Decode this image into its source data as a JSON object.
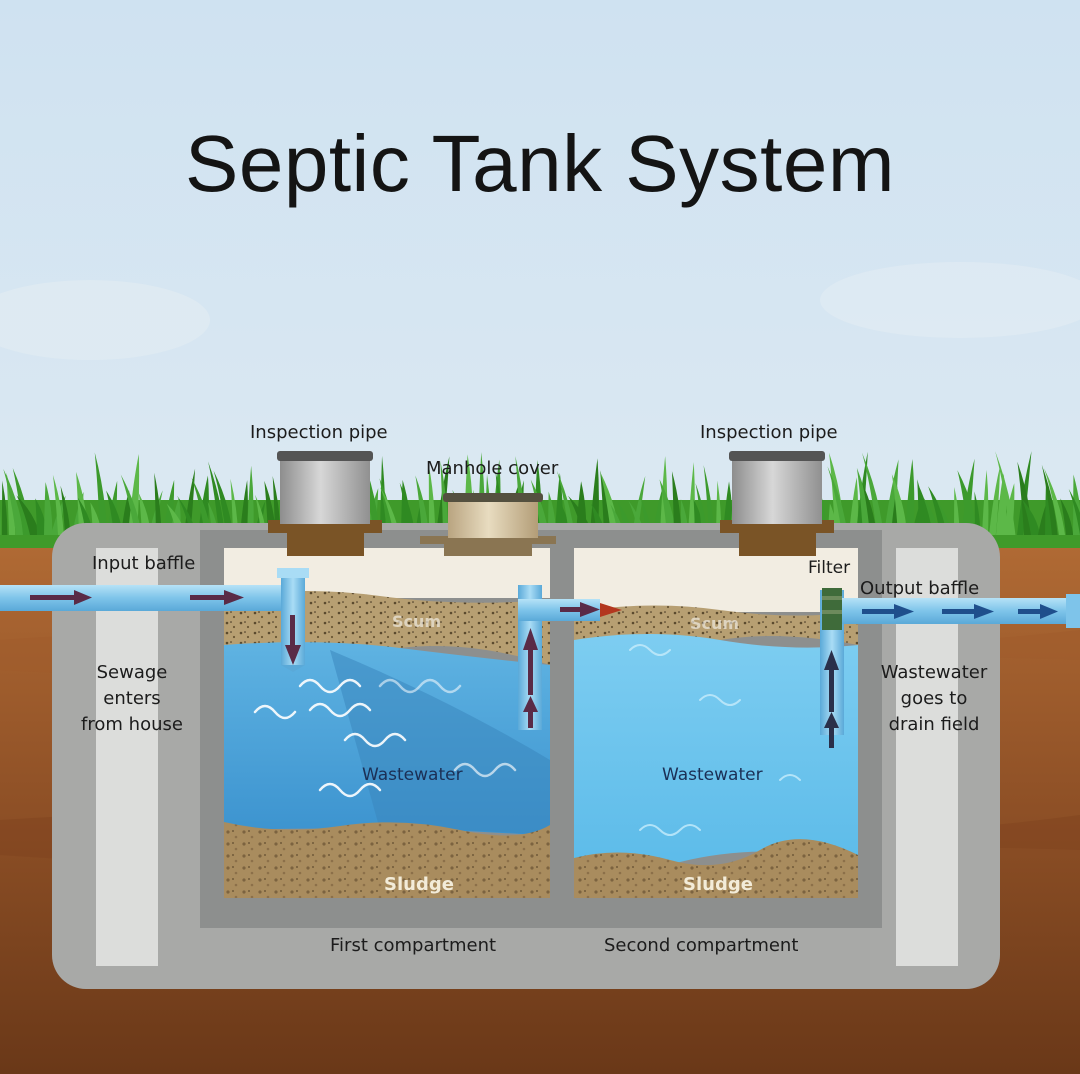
{
  "title": "Septic Tank System",
  "labels": {
    "inspection_pipe_left": "Inspection pipe",
    "inspection_pipe_right": "Inspection pipe",
    "manhole_cover": "Manhole cover",
    "input_baffle": "Input baffle",
    "filter": "Filter",
    "output_baffle": "Output baffle",
    "sewage_enters": [
      "Sewage",
      "enters",
      "from house"
    ],
    "wastewater_goes": [
      "Wastewater",
      "goes to",
      "drain field"
    ],
    "scum_left": "Scum",
    "scum_right": "Scum",
    "wastewater_left": "Wastewater",
    "wastewater_right": "Wastewater",
    "sludge_left": "Sludge",
    "sludge_right": "Sludge",
    "first_compartment": "First compartment",
    "second_compartment": "Second compartment"
  },
  "colors": {
    "sky": "#d6e6f2",
    "grass": "#3f9a2a",
    "soil": "#9a5a2c",
    "tank_concrete": "#a9aaa8",
    "water_first": "#4fa6da",
    "water_second": "#6cc3ec",
    "sludge": "#a88a5c",
    "pipe": "#8ecdf0",
    "flow_arrow": "#5a2b47"
  }
}
